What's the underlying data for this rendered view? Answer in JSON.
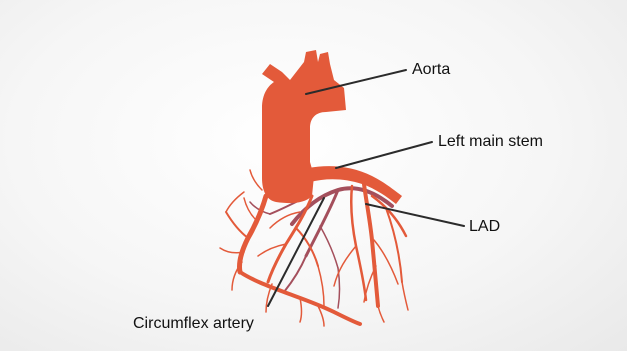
{
  "labels": {
    "aorta": "Aorta",
    "left_main_stem": "Left main stem",
    "lad": "LAD",
    "circumflex": "Circumflex artery"
  },
  "colors": {
    "artery": "#E35A3A",
    "vein": "#A44F5C",
    "leader": "#2B2B2B",
    "background": "#F4F4F4"
  }
}
